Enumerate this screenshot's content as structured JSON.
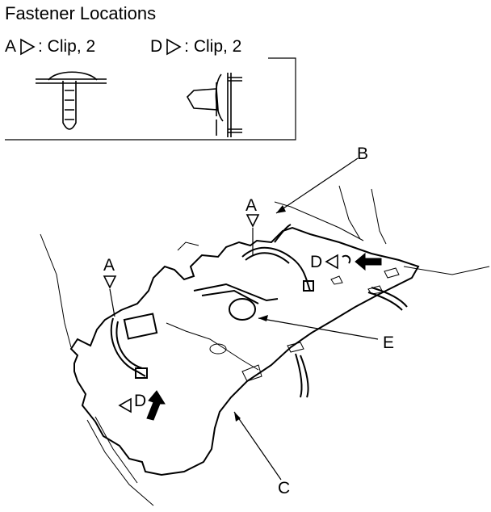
{
  "title": "Fastener Locations",
  "legend": [
    {
      "letter": "A",
      "text": ": Clip, 2"
    },
    {
      "letter": "D",
      "text": ": Clip, 2"
    }
  ],
  "callouts": {
    "A": "A",
    "B": "B",
    "C": "C",
    "D": "D",
    "E": "E"
  }
}
